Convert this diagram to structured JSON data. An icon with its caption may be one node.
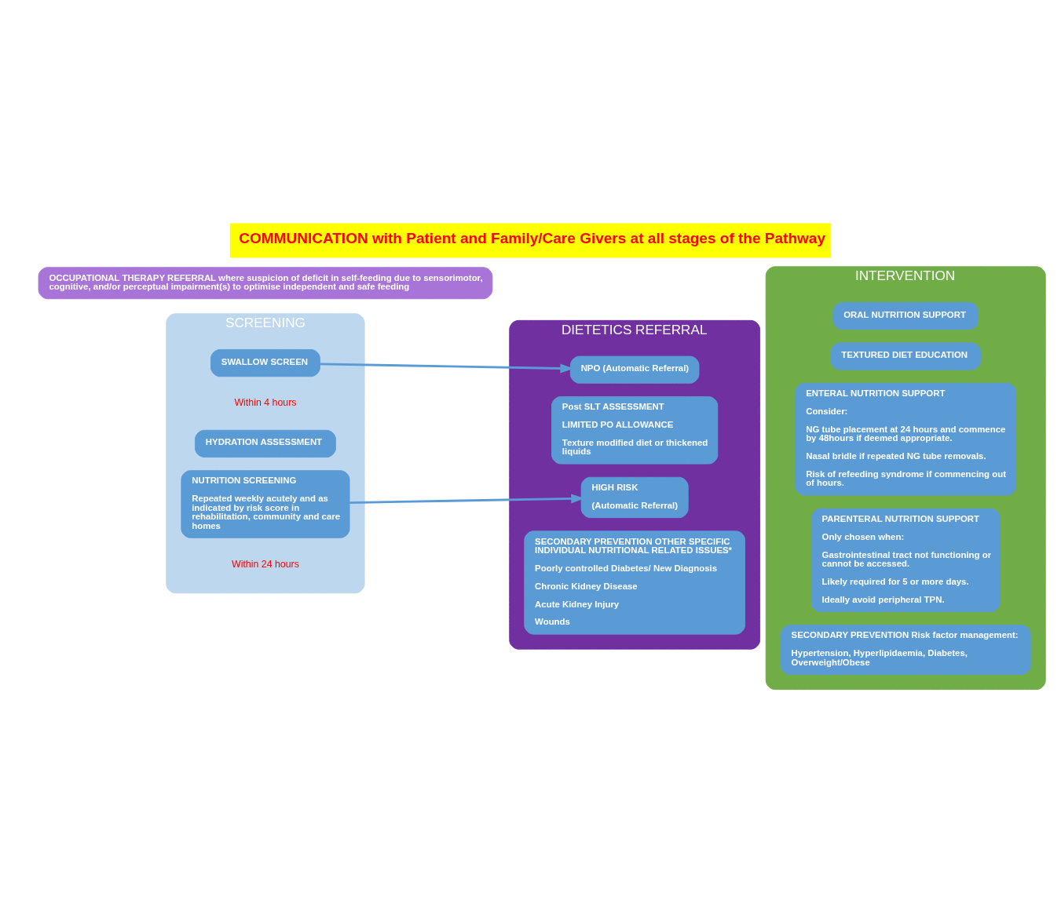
{
  "diagram": {
    "title": "COMMUNICATION with Patient and Family/Care Givers at all stages of the Pathway",
    "nodes": [
      {
        "text": [
          "SCREENING"
        ]
      },
      {
        "text": [
          "SWALLOW SCREEN"
        ],
        "in": 0,
        "beside": [
          "Within 4 hours"
        ]
      },
      {
        "text": [
          "HYDRATION ASSESSMENT"
        ],
        "in": 0
      },
      {
        "text": [
          "NUTRITION SCREENING",
          "Repeated weekly acutely and as indicated by risk score in rehabilitation, community and care homes"
        ],
        "in": 0,
        "beside": [
          "Within 24 hours"
        ]
      },
      {
        "text": [
          "DIETETICS REFERRAL"
        ]
      },
      {
        "text": [
          "NPO (Automatic Referral)"
        ],
        "in": 4
      },
      {
        "text": [
          "Post SLT ASSESSMENT",
          "LIMITED PO ALLOWANCE",
          "Texture modified diet or thickened liquids"
        ],
        "in": 4
      },
      {
        "text": [
          "HIGH RISK",
          "(Automatic Referral)"
        ],
        "in": 4
      },
      {
        "text": [
          "SECONDARY PREVENTION OTHER SPECIFIC INDIVIDUAL NUTRITIONAL RELATED ISSUES*",
          "Poorly controlled Diabetes/ New Diagnosis",
          "Chronic Kidney Disease",
          "Acute Kidney Injury",
          "Wounds"
        ],
        "in": 4
      },
      {
        "text": [
          "INTERVENTION"
        ]
      },
      {
        "text": [
          "ORAL NUTRITION SUPPORT"
        ],
        "in": 9
      },
      {
        "text": [
          "TEXTURED DIET EDUCATION"
        ],
        "in": 9
      },
      {
        "text": [
          "ENTERAL NUTRITION SUPPORT",
          "Consider:",
          "NG tube placement at 24 hours and commence by 48hours if deemed appropriate.",
          "Nasal bridle if repeated NG tube removals.",
          "Risk of refeeding syndrome if commencing out of hours."
        ],
        "in": 9
      },
      {
        "text": [
          "PARENTERAL NUTRITION SUPPORT",
          "Only chosen when:",
          "Gastrointestinal tract not functioning or cannot be accessed.",
          "Likely required for 5 or more days.",
          "Ideally avoid peripheral TPN."
        ],
        "in": 9
      },
      {
        "text": [
          "SECONDARY PREVENTION Risk factor management:",
          "Hypertension, Hyperlipidaemia, Diabetes, Overweight/Obese"
        ],
        "in": 9
      },
      {
        "text": [
          "OCCUPATIONAL THERAPY REFERRAL where suspicion of deficit in self-feeding due to sensorimotor, cognitive, and/or perceptual impairment(s) to optimise independent and safe feeding"
        ]
      }
    ],
    "edges": [
      {
        "from": 1,
        "to": 5,
        "arrow": "to"
      },
      {
        "from": 3,
        "to": 7,
        "arrow": "to"
      }
    ]
  }
}
